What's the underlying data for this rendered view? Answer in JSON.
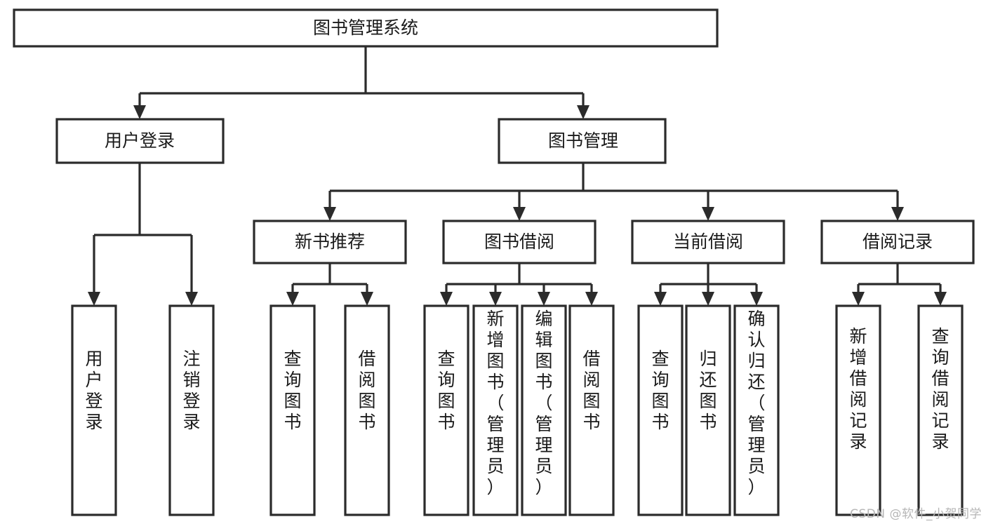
{
  "diagram": {
    "title": "图书管理系统",
    "type": "tree-hierarchy",
    "watermark": "CSDN @软件_小贺同学",
    "root": {
      "id": "root",
      "label": "图书管理系统",
      "orientation": "horizontal"
    },
    "level1": [
      {
        "id": "user-login",
        "label": "用户登录",
        "orientation": "horizontal"
      },
      {
        "id": "book-manage",
        "label": "图书管理",
        "orientation": "horizontal"
      }
    ],
    "level2": [
      {
        "id": "new-book-rec",
        "label": "新书推荐",
        "orientation": "horizontal"
      },
      {
        "id": "book-borrow",
        "label": "图书借阅",
        "orientation": "horizontal"
      },
      {
        "id": "current-borrow",
        "label": "当前借阅",
        "orientation": "horizontal"
      },
      {
        "id": "borrow-record",
        "label": "借阅记录",
        "orientation": "horizontal"
      }
    ],
    "leaves": [
      {
        "id": "leaf-user-login",
        "label": "用户登录",
        "parent": "user-login",
        "orientation": "vertical"
      },
      {
        "id": "leaf-user-logout",
        "label": "注销登录",
        "parent": "user-login",
        "orientation": "vertical"
      },
      {
        "id": "leaf-query-book-1",
        "label": "查询图书",
        "parent": "new-book-rec",
        "orientation": "vertical"
      },
      {
        "id": "leaf-borrow-book-1",
        "label": "借阅图书",
        "parent": "new-book-rec",
        "orientation": "vertical"
      },
      {
        "id": "leaf-query-book-2",
        "label": "查询图书",
        "parent": "book-borrow",
        "orientation": "vertical"
      },
      {
        "id": "leaf-add-book",
        "label": "新增图书（管理员）",
        "parent": "book-borrow",
        "orientation": "vertical"
      },
      {
        "id": "leaf-edit-book",
        "label": "编辑图书（管理员）",
        "parent": "book-borrow",
        "orientation": "vertical"
      },
      {
        "id": "leaf-borrow-book-2",
        "label": "借阅图书",
        "parent": "book-borrow",
        "orientation": "vertical"
      },
      {
        "id": "leaf-query-book-3",
        "label": "查询图书",
        "parent": "current-borrow",
        "orientation": "vertical"
      },
      {
        "id": "leaf-return-book",
        "label": "归还图书",
        "parent": "current-borrow",
        "orientation": "vertical"
      },
      {
        "id": "leaf-confirm-return",
        "label": "确认归还（管理员）",
        "parent": "current-borrow",
        "orientation": "vertical"
      },
      {
        "id": "leaf-add-record",
        "label": "新增借阅记录",
        "parent": "borrow-record",
        "orientation": "vertical"
      },
      {
        "id": "leaf-query-record",
        "label": "查询借阅记录",
        "parent": "borrow-record",
        "orientation": "vertical"
      }
    ],
    "colors": {
      "box_stroke": "#2b2b2b",
      "box_fill": "#ffffff",
      "text": "#1a1a1a",
      "background": "#ffffff",
      "watermark": "#b6b6b6"
    }
  }
}
